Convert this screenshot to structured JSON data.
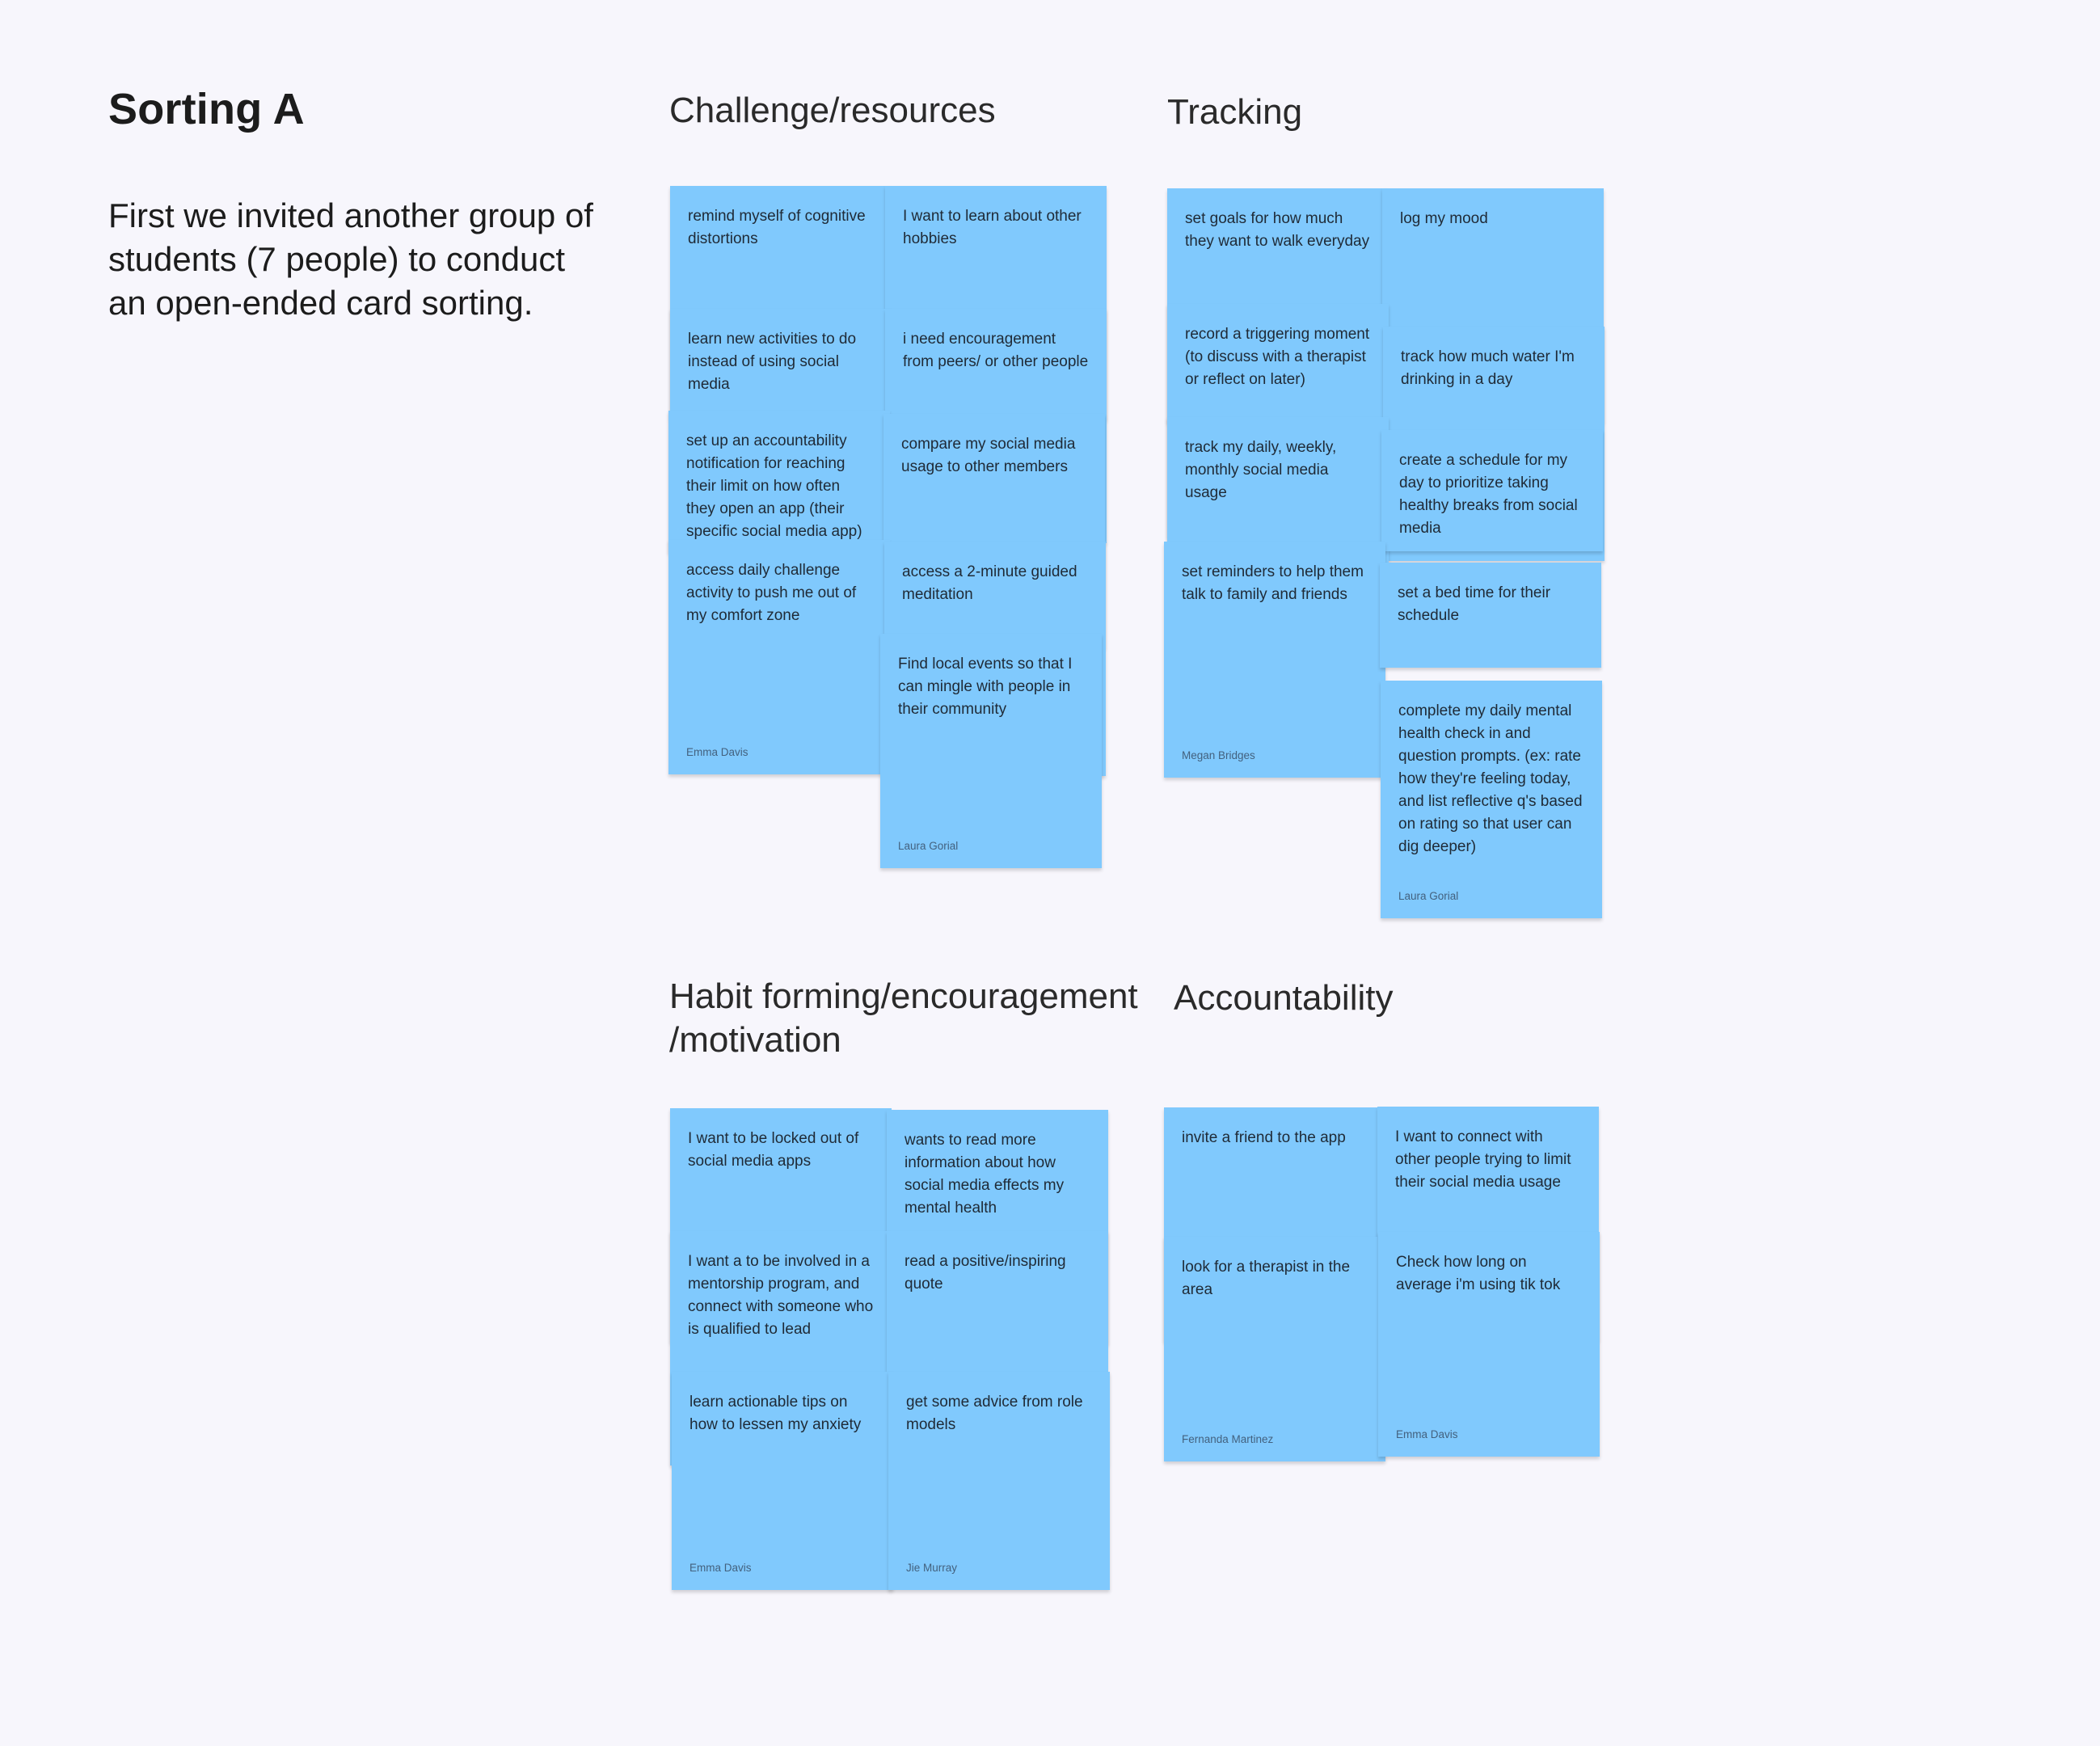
{
  "title": "Sorting A",
  "intro": "First we invited another group of students (7 people) to conduct an open-ended card sorting.",
  "colors": {
    "note": "#80c9fd",
    "background": "#f7f6fc"
  },
  "sections": [
    {
      "name": "challenge",
      "title": "Challenge/resources",
      "notes": [
        {
          "text": "remind myself of cognitive distortions"
        },
        {
          "text": "I want to learn about other hobbies"
        },
        {
          "text": "learn new activities to do instead of using social media"
        },
        {
          "text": "i need encouragement from peers/ or other people"
        },
        {
          "text": "set up an accountability notification for reaching their limit on how often they open an app (their specific social media app) (tiktok, instagram, etc)"
        },
        {
          "text": "compare my social media usage to other members"
        },
        {
          "text": "access daily challenge activity to push me out of my comfort zone",
          "author": "Emma Davis"
        },
        {
          "text": "access a 2-minute guided meditation"
        },
        {
          "text": "Find local events so that I can mingle with people in their community",
          "author": "Laura Gorial"
        }
      ]
    },
    {
      "name": "tracking",
      "title": "Tracking",
      "notes": [
        {
          "text": "set goals for how much they want to walk everyday"
        },
        {
          "text": "log my mood"
        },
        {
          "text": "record a triggering moment (to discuss with a therapist or reflect on later)"
        },
        {
          "text": "track how much water I'm drinking in a day"
        },
        {
          "text": "track my daily, weekly, monthly social media usage"
        },
        {
          "text": "create a schedule for my day to prioritize taking healthy breaks from social media"
        },
        {
          "text": "set reminders to help them talk to family and friends",
          "author": "Megan Bridges"
        },
        {
          "text": "set a bed time for their schedule"
        },
        {
          "text": "complete my daily mental health check in and question prompts. (ex: rate how they're feeling today, and list reflective q's based on rating so that user can dig deeper)",
          "author": "Laura Gorial"
        }
      ]
    },
    {
      "name": "habit",
      "title": "Habit forming/encouragement /motivation",
      "notes": [
        {
          "text": "I want to be locked out of social media apps"
        },
        {
          "text": "wants to read more information about how social media effects my mental health"
        },
        {
          "text": "I want a to be involved in a mentorship program, and connect with someone who is qualified to lead"
        },
        {
          "text": "read a positive/inspiring quote"
        },
        {
          "text": "learn actionable tips on how to lessen my anxiety",
          "author": "Emma Davis"
        },
        {
          "text": "get some advice from role models",
          "author": "Jie Murray"
        }
      ]
    },
    {
      "name": "accountability",
      "title": "Accountability",
      "notes": [
        {
          "text": "invite a friend to the app"
        },
        {
          "text": "I want to connect with other people trying to limit their social media usage"
        },
        {
          "text": "look for a therapist in the area",
          "author": "Fernanda Martinez"
        },
        {
          "text": "Check how long on average i'm using tik tok",
          "author": "Emma Davis"
        }
      ]
    }
  ]
}
